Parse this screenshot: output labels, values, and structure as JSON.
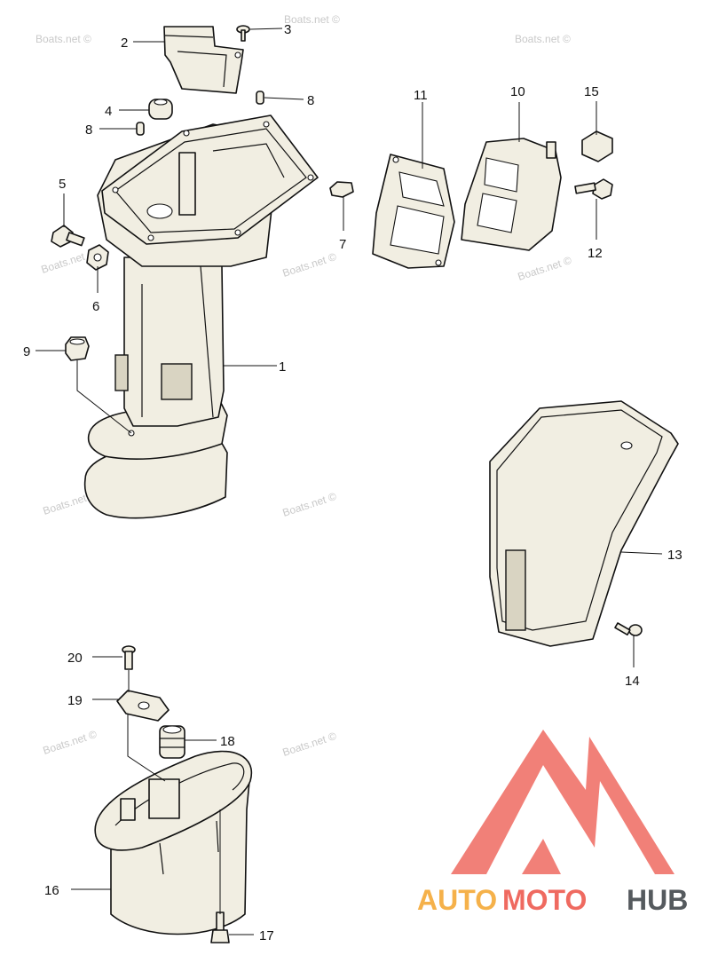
{
  "watermark": {
    "text": "Boats.net ©",
    "short": "Boats.net"
  },
  "callouts": [
    "1",
    "2",
    "3",
    "4",
    "5",
    "6",
    "7",
    "8",
    "8",
    "9",
    "10",
    "11",
    "12",
    "13",
    "14",
    "15",
    "16",
    "17",
    "18",
    "19",
    "20"
  ],
  "logo": {
    "part_a": "AUTO",
    "part_b": "MOTO",
    "part_c": "HUB",
    "colors": {
      "a": "#f5b14a",
      "b": "#ef6a60",
      "c": "#555a5e",
      "triangle": "#ef6a60"
    }
  }
}
